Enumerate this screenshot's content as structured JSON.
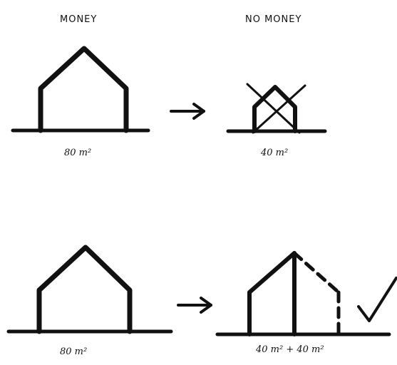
{
  "headings": {
    "left": "MONEY",
    "right": "NO MONEY"
  },
  "labels": {
    "top_left_area": "80 m²",
    "top_right_area": "40 m²",
    "bottom_left_area": "80 m²",
    "bottom_right_area": "40 m² + 40 m²"
  },
  "icons": {
    "arrow": "right-arrow-icon",
    "cross": "cross-out-icon",
    "check": "checkmark-icon"
  },
  "colors": {
    "ink": "#111111",
    "background": "#ffffff"
  }
}
